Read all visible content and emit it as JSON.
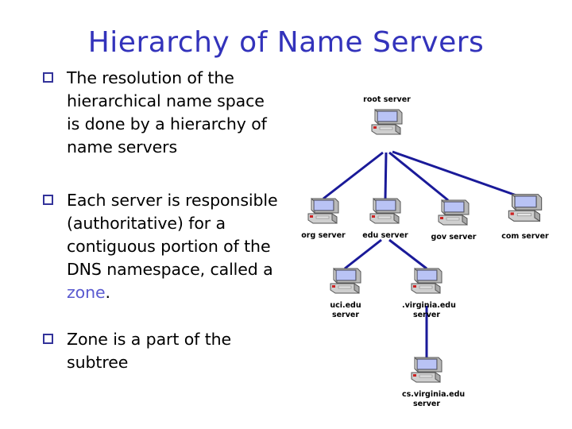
{
  "slide": {
    "title": "Hierarchy of Name Servers",
    "title_color": "#3333bb",
    "background_color": "#ffffff",
    "bullet_marker": "hollow-square",
    "bullet_marker_color": "#33339a",
    "edge_color": "#1a1a99"
  },
  "bullets": [
    {
      "id": "bullet-1",
      "text": "The resolution of the hierarchical name space is done by a hierarchy of name servers"
    },
    {
      "id": "bullet-2",
      "text_before": "Each server is responsible (authoritative) for a contiguous portion of the DNS namespace, called a ",
      "keyword": "zone",
      "keyword_color": "#5a5ad0",
      "text_after": "."
    },
    {
      "id": "bullet-3",
      "text": "Zone is a part of the subtree"
    }
  ],
  "diagram": {
    "icon_name": "server-computer-icon",
    "nodes": [
      {
        "id": "root",
        "label": "root server",
        "label_position": "above"
      },
      {
        "id": "org",
        "label": "org server",
        "label_position": "below"
      },
      {
        "id": "edu",
        "label": "edu server",
        "label_position": "below"
      },
      {
        "id": "gov",
        "label": "gov server",
        "label_position": "below"
      },
      {
        "id": "com",
        "label": "com server",
        "label_position": "below"
      },
      {
        "id": "uci",
        "label": "uci.edu\nserver",
        "label_position": "below"
      },
      {
        "id": "virginia",
        "label": ".virginia.edu\nserver",
        "label_position": "below"
      },
      {
        "id": "csvirginia",
        "label": "cs.virginia.edu\nserver",
        "label_position": "below"
      }
    ],
    "edges": [
      {
        "from": "root",
        "to": "org"
      },
      {
        "from": "root",
        "to": "edu"
      },
      {
        "from": "root",
        "to": "gov"
      },
      {
        "from": "root",
        "to": "com"
      },
      {
        "from": "edu",
        "to": "uci"
      },
      {
        "from": "edu",
        "to": "virginia"
      },
      {
        "from": "virginia",
        "to": "csvirginia"
      }
    ]
  }
}
